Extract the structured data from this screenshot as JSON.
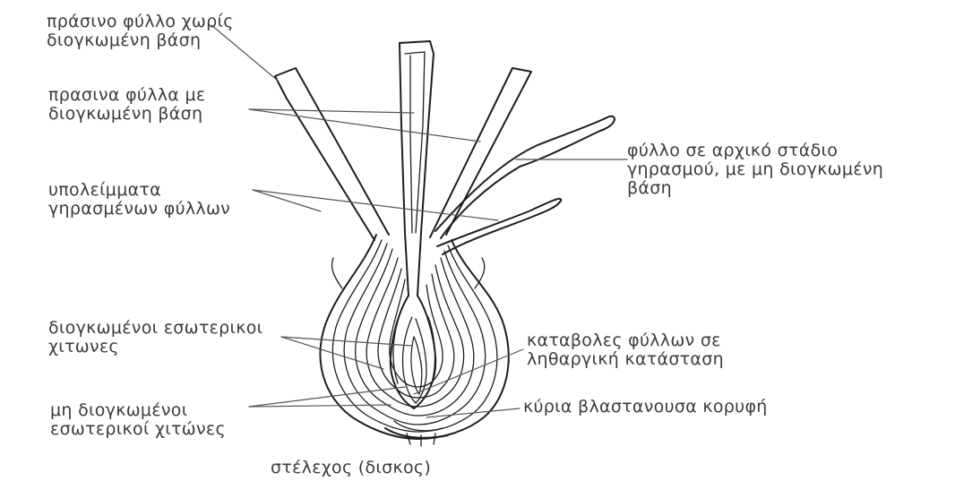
{
  "labels": {
    "green_leaf_no_swollen_base": [
      "πράσινο φύλλο χωρίς",
      "διογκωμένη βάση"
    ],
    "green_leaves_swollen_base": [
      "πρασινα φύλλα με",
      "διογκωμένη βάση"
    ],
    "leaf_early_senescence": [
      "φύλλο σε αρχικό στάδιο",
      "γηρασμού, με μη διογκωμένη",
      "βάση"
    ],
    "senescent_leaf_remnants": [
      "υπολείμματα",
      "γηρασμένων φύλλων"
    ],
    "swollen_inner_scales": [
      "διογκωμένοι  εσωτερικοι",
      "χιτωνες"
    ],
    "dormant_leaf_primordia": [
      "καταβολες φύλλων σε",
      "ληθαργική κατάσταση"
    ],
    "non_swollen_inner_scales": [
      "μη διογκωμένοι",
      "εσωτερικοί χιτώνες"
    ],
    "main_growing_apex": [
      "κύρια βλαστανουσα κορυφή"
    ],
    "stem_disc": [
      "στέλεχος  (δισκος)"
    ]
  }
}
